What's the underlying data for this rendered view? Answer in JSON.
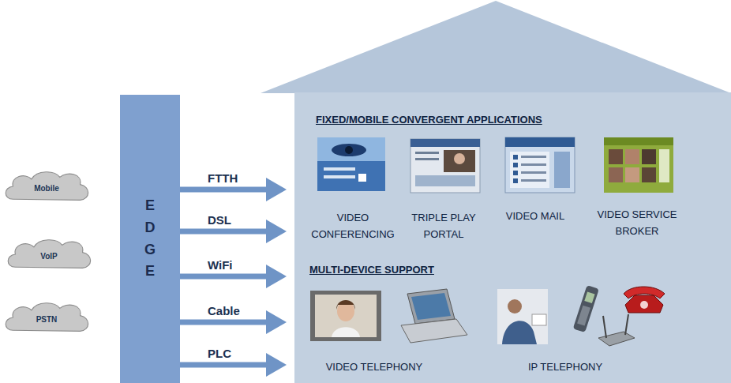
{
  "diagram": {
    "nodes": [
      {
        "text": [
          "Mobile"
        ]
      },
      {
        "text": [
          "VoIP"
        ]
      },
      {
        "text": [
          "PSTN"
        ]
      },
      {
        "text": [
          "EDGE"
        ]
      },
      {
        "text": [
          "FIXED/MOBILE CONVERGENT APPLICATIONS",
          "MULTI-DEVICE SUPPORT"
        ]
      },
      {
        "text": [
          "VIDEO CONFERENCING"
        ],
        "in": 4
      },
      {
        "text": [
          "TRIPLE PLAY PORTAL"
        ],
        "in": 4
      },
      {
        "text": [
          "VIDEO MAIL"
        ],
        "in": 4
      },
      {
        "text": [
          "VIDEO SERVICE BROKER"
        ],
        "in": 4
      },
      {
        "text": [
          "VIDEO TELEPHONY"
        ],
        "in": 4
      },
      {
        "text": [
          "IP TELEPHONY"
        ],
        "in": 4
      }
    ],
    "edges": [
      {
        "from": 3,
        "to": 4,
        "arrow": "to",
        "label": "FTTH"
      },
      {
        "from": 3,
        "to": 4,
        "arrow": "to",
        "label": "DSL"
      },
      {
        "from": 3,
        "to": 4,
        "arrow": "to",
        "label": "WiFi"
      },
      {
        "from": 3,
        "to": 4,
        "arrow": "to",
        "label": "Cable"
      },
      {
        "from": 3,
        "to": 4,
        "arrow": "to",
        "label": "PLC"
      }
    ]
  }
}
